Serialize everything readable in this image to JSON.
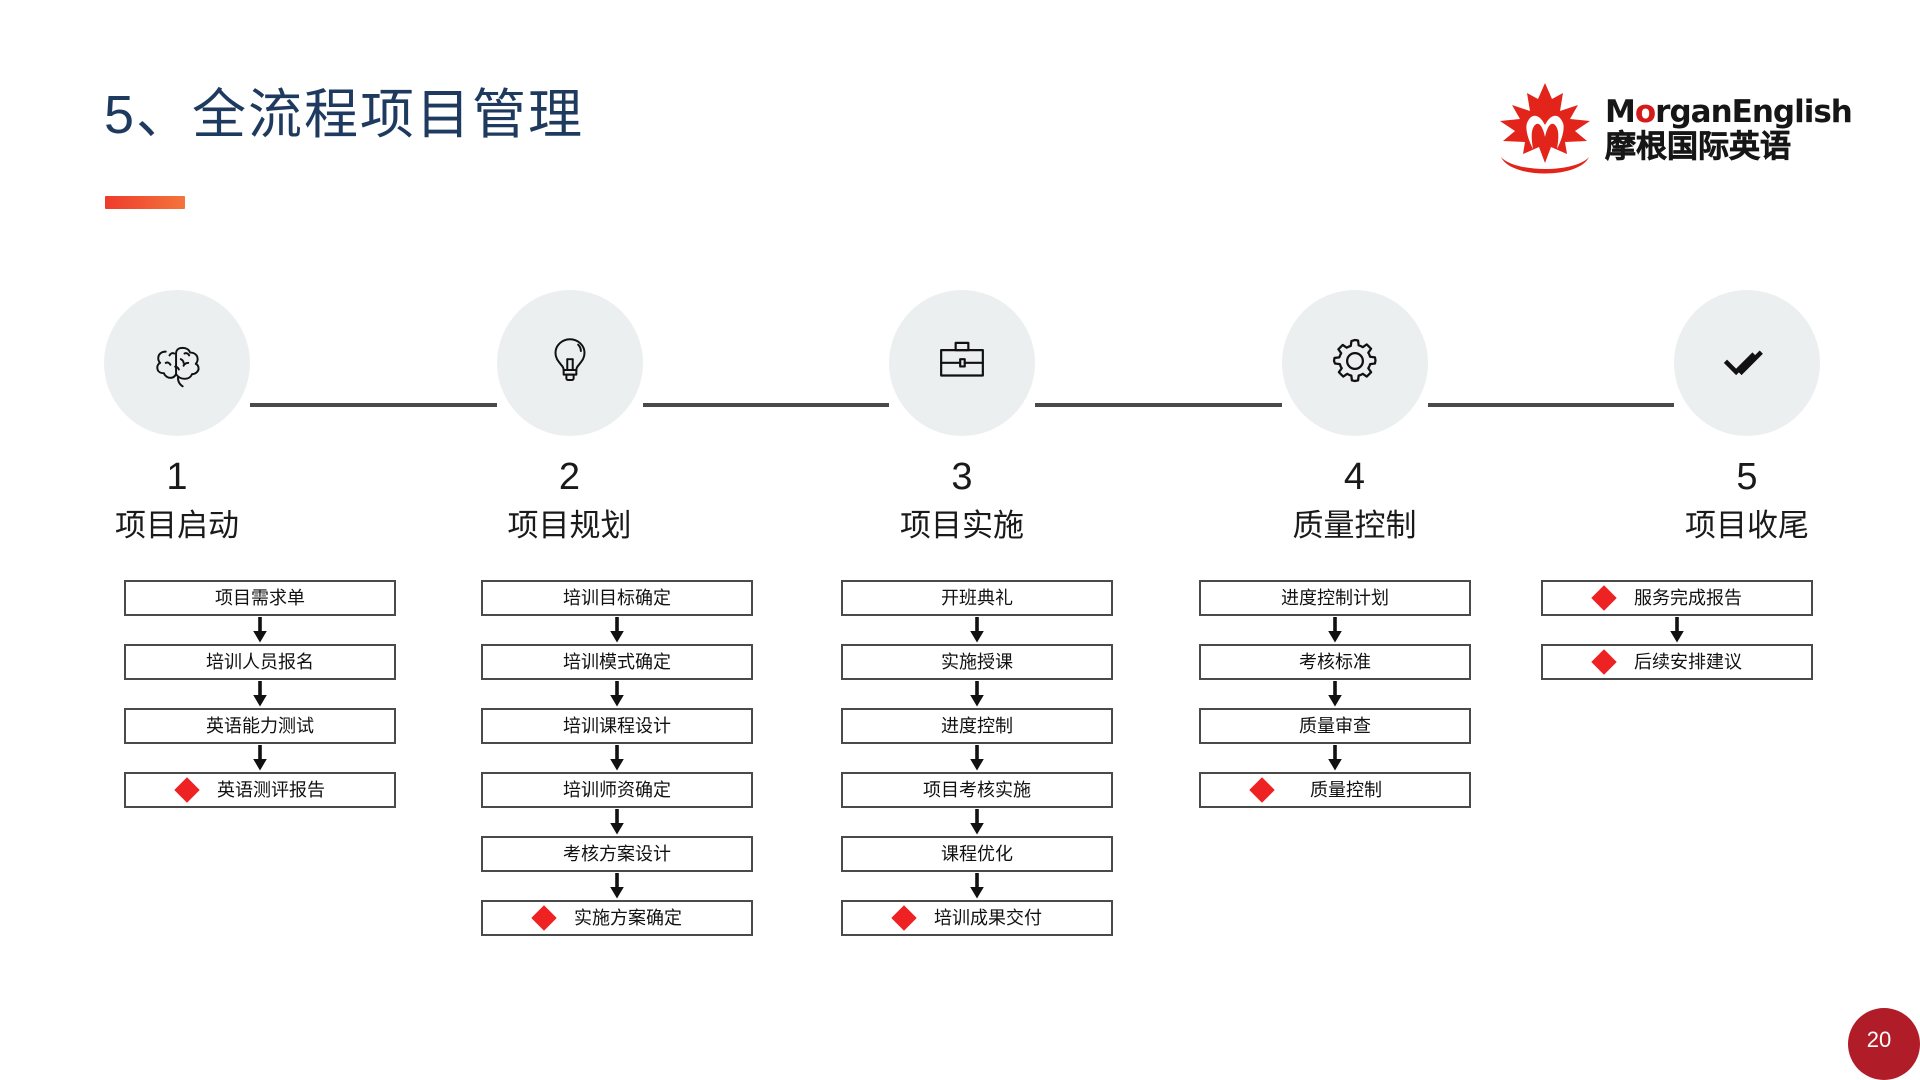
{
  "slide": {
    "title": "5、全流程项目管理",
    "page_number": "20",
    "accent_color_start": "#ef3b2c",
    "accent_color_end": "#f4743b",
    "page_badge_color": "#b01d29",
    "title_color": "#1f3a5f",
    "circle_color": "#eceff0",
    "diamond_color": "#ee2222"
  },
  "logo": {
    "english": "MorganEnglish",
    "english_prefix": "M",
    "english_highlight": "o",
    "english_suffix": "rganEnglish",
    "chinese": "摩根国际英语",
    "leaf_color": "#e2241b"
  },
  "timeline": [
    {
      "number": "1",
      "label": "项目启动",
      "icon": "brain-icon"
    },
    {
      "number": "2",
      "label": "项目规划",
      "icon": "lightbulb-icon"
    },
    {
      "number": "3",
      "label": "项目实施",
      "icon": "briefcase-icon"
    },
    {
      "number": "4",
      "label": "质量控制",
      "icon": "gear-icon"
    },
    {
      "number": "5",
      "label": "项目收尾",
      "icon": "double-check-icon"
    }
  ],
  "flows": [
    {
      "stage": "项目启动",
      "steps": [
        {
          "text": "项目需求单",
          "milestone": false
        },
        {
          "text": "培训人员报名",
          "milestone": false
        },
        {
          "text": "英语能力测试",
          "milestone": false
        },
        {
          "text": "英语测评报告",
          "milestone": true
        }
      ]
    },
    {
      "stage": "项目规划",
      "steps": [
        {
          "text": "培训目标确定",
          "milestone": false
        },
        {
          "text": "培训模式确定",
          "milestone": false
        },
        {
          "text": "培训课程设计",
          "milestone": false
        },
        {
          "text": "培训师资确定",
          "milestone": false
        },
        {
          "text": "考核方案设计",
          "milestone": false
        },
        {
          "text": "实施方案确定",
          "milestone": true
        }
      ]
    },
    {
      "stage": "项目实施",
      "steps": [
        {
          "text": "开班典礼",
          "milestone": false
        },
        {
          "text": "实施授课",
          "milestone": false
        },
        {
          "text": "进度控制",
          "milestone": false
        },
        {
          "text": "项目考核实施",
          "milestone": false
        },
        {
          "text": "课程优化",
          "milestone": false
        },
        {
          "text": "培训成果交付",
          "milestone": true
        }
      ]
    },
    {
      "stage": "质量控制",
      "steps": [
        {
          "text": "进度控制计划",
          "milestone": false
        },
        {
          "text": "考核标准",
          "milestone": false
        },
        {
          "text": "质量审查",
          "milestone": false
        },
        {
          "text": "质量控制",
          "milestone": true
        }
      ]
    },
    {
      "stage": "项目收尾",
      "steps": [
        {
          "text": "服务完成报告",
          "milestone": true
        },
        {
          "text": "后续安排建议",
          "milestone": true
        }
      ]
    }
  ]
}
